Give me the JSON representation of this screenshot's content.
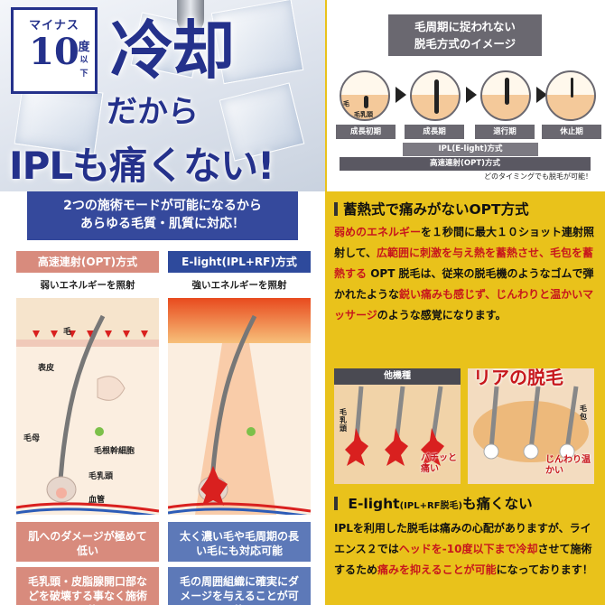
{
  "hero": {
    "badge_top": "マイナス",
    "badge_num": "10",
    "badge_side1": "度",
    "badge_side2": "以下",
    "cool": "冷却",
    "dakara": "だから",
    "ipl": "IPLも痛くない!"
  },
  "left": {
    "modes_line1": "2つの施術モードが可能になるから",
    "modes_line2": "あらゆる毛質・肌質に対応！",
    "opt": {
      "title": "高速連射(OPT)方式",
      "sub": "弱いエネルギーを照射",
      "labels": [
        "毛",
        "表皮",
        "毛母",
        "毛根幹細胞",
        "毛乳頭",
        "血管"
      ],
      "fact1": "肌へのダメージが極めて低い",
      "fact2": "毛乳頭・皮脂腺開口部などを破壊する事なく施術可能"
    },
    "elight": {
      "title": "E-light(IPL+RF)方式",
      "sub": "強いエネルギーを照射",
      "fact1": "太く濃い毛や毛周期の長い毛にも対応可能",
      "fact2": "毛の周囲組織に確実にダメージを与えることが可能"
    }
  },
  "chart": {
    "header_line1": "毛周期に捉われない",
    "header_line2": "脱毛方式のイメージ",
    "stages": [
      "成長初期",
      "成長期",
      "退行期",
      "休止期"
    ],
    "hair_label": "毛",
    "follicle_label": "毛乳頭",
    "bar1": "IPL(E-light)方式",
    "bar2": "高速連射(OPT)方式",
    "timing": "どのタイミングでも脱毛が可能！"
  },
  "right": {
    "sec1": "蓄熱式で痛みがないOPT方式",
    "p1_a": "弱めのエネルギー",
    "p1_b": "を１秒間に最大１０ショット連射照射して、",
    "p1_c": "広範囲に刺激を与え熱を蓄熱させ、毛包を蓄熱する",
    "p1_d": " OPT 脱毛は、従来の脱毛機のようなゴムで弾かれたような",
    "p1_e": "鋭い痛みも感じず、じんわりと温かいマッサージ",
    "p1_f": "のような感覚になります。",
    "cmp_other": "他機種",
    "cmp_ria": "リアの脱毛",
    "cmp_label_a": "毛乳頭",
    "cmp_label_b": "毛包",
    "note_a": "バチッと痛い",
    "note_b": "じんわり温かい",
    "sec2": "E-light",
    "sec2_small": "(IPL+RF脱毛)",
    "sec2_tail": "も痛くない",
    "p2_a": "IPLを利用した脱毛は痛みの心配がありますが、ライエンス２では",
    "p2_b": "ヘッドを-10度以下まで冷却",
    "p2_c": "させて施術するため",
    "p2_d": "痛みを抑えることが可能",
    "p2_e": "になっております！"
  }
}
